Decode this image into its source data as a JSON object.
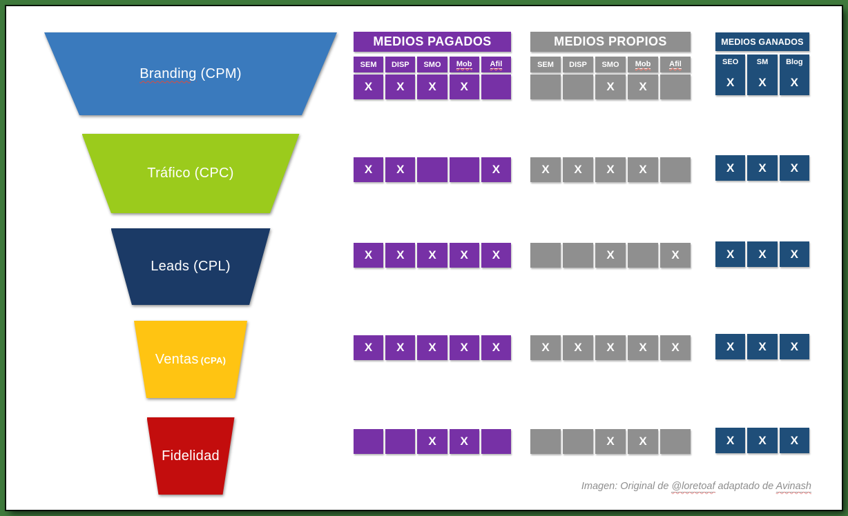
{
  "canvas": {
    "frame_color": "#3F7A3C",
    "surface_color": "#FFFFFF"
  },
  "funnel": {
    "stages": [
      {
        "id": "branding",
        "name": "Branding",
        "metric": "(CPM)",
        "color": "#3A7ABD",
        "spellcheck_squiggle": true,
        "metric_small": false
      },
      {
        "id": "trafico",
        "name": "Tráfico",
        "metric": "(CPC)",
        "color": "#9BCB1C",
        "spellcheck_squiggle": false,
        "metric_small": false
      },
      {
        "id": "leads",
        "name": "Leads",
        "metric": "(CPL)",
        "color": "#1B3A66",
        "spellcheck_squiggle": false,
        "metric_small": false
      },
      {
        "id": "ventas",
        "name": "Ventas",
        "metric": "(CPA)",
        "color": "#FFC412",
        "spellcheck_squiggle": false,
        "metric_small": true
      },
      {
        "id": "fidelidad",
        "name": "Fidelidad",
        "metric": "",
        "color": "#C30D0D",
        "spellcheck_squiggle": false,
        "metric_small": false
      }
    ]
  },
  "media_tables": [
    {
      "id": "pagados",
      "title": "MEDIOS PAGADOS",
      "color": "#7731A6",
      "columns": [
        {
          "label": "SEM",
          "underline": false
        },
        {
          "label": "DISP",
          "underline": false
        },
        {
          "label": "SMO",
          "underline": false
        },
        {
          "label": "Mob",
          "underline": true
        },
        {
          "label": "Afil",
          "underline": true
        }
      ],
      "marks": [
        [
          "X",
          "X",
          "X",
          "X",
          ""
        ],
        [
          "X",
          "X",
          "",
          "",
          "X"
        ],
        [
          "X",
          "X",
          "X",
          "X",
          "X"
        ],
        [
          "X",
          "X",
          "X",
          "X",
          "X"
        ],
        [
          "",
          "",
          "X",
          "X",
          ""
        ]
      ]
    },
    {
      "id": "propios",
      "title": "MEDIOS PROPIOS",
      "color": "#8F8F8F",
      "columns": [
        {
          "label": "SEM",
          "underline": false
        },
        {
          "label": "DISP",
          "underline": false
        },
        {
          "label": "SMO",
          "underline": false
        },
        {
          "label": "Mob",
          "underline": true
        },
        {
          "label": "Afil",
          "underline": true
        }
      ],
      "marks": [
        [
          "",
          "",
          "X",
          "X",
          ""
        ],
        [
          "X",
          "X",
          "X",
          "X",
          ""
        ],
        [
          "",
          "",
          "X",
          "",
          "X"
        ],
        [
          "X",
          "X",
          "X",
          "X",
          "X"
        ],
        [
          "",
          "",
          "X",
          "X",
          ""
        ]
      ]
    },
    {
      "id": "ganados",
      "title": "MEDIOS GANADOS",
      "color": "#1F4E79",
      "columns": [
        {
          "label": "SEO",
          "underline": false
        },
        {
          "label": "SM",
          "underline": false
        },
        {
          "label": "Blog",
          "underline": false
        }
      ],
      "marks": [
        [
          "X",
          "X",
          "X"
        ],
        [
          "X",
          "X",
          "X"
        ],
        [
          "X",
          "X",
          "X"
        ],
        [
          "X",
          "X",
          "X"
        ],
        [
          "X",
          "X",
          "X"
        ]
      ]
    }
  ],
  "attribution": {
    "prefix": "Imagen: Original de ",
    "handle": "@loretoaf",
    "middle": " adaptado de ",
    "author": "Avinash"
  }
}
